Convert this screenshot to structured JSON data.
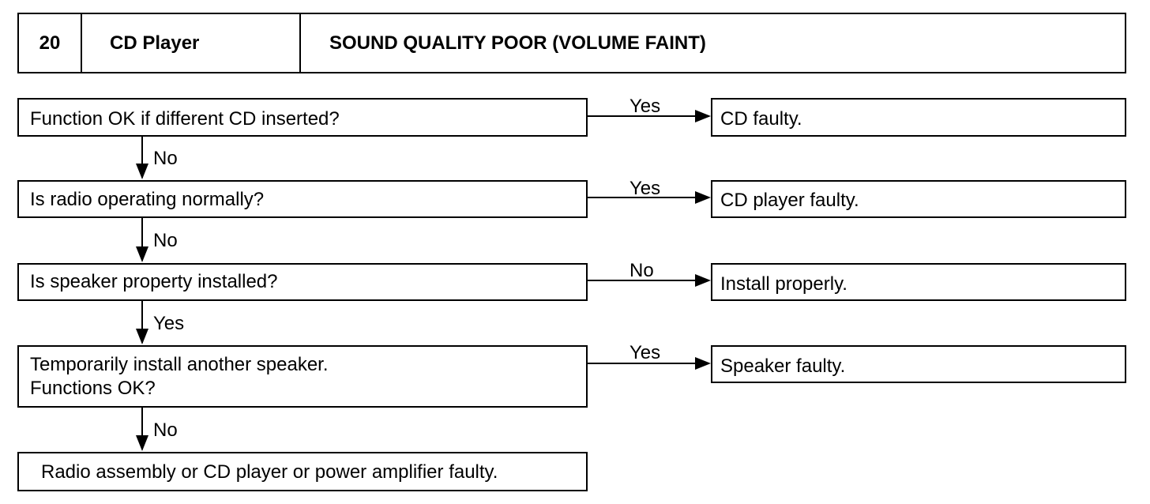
{
  "header": {
    "number": "20",
    "system": "CD Player",
    "title": "SOUND QUALITY POOR (VOLUME FAINT)"
  },
  "steps": [
    {
      "question_lines": [
        "Function OK if different CD inserted?"
      ],
      "branch_label": "Yes",
      "result": "CD faulty.",
      "down_label": "No"
    },
    {
      "question_lines": [
        "Is radio operating normally?"
      ],
      "branch_label": "Yes",
      "result": "CD player faulty.",
      "down_label": "No"
    },
    {
      "question_lines": [
        "Is speaker property installed?"
      ],
      "branch_label": "No",
      "result": "Install properly.",
      "down_label": "Yes"
    },
    {
      "question_lines": [
        "Temporarily install another speaker.",
        "Functions OK?"
      ],
      "branch_label": "Yes",
      "result": "Speaker faulty.",
      "down_label": "No"
    }
  ],
  "final": "Radio assembly or CD player or power amplifier faulty."
}
